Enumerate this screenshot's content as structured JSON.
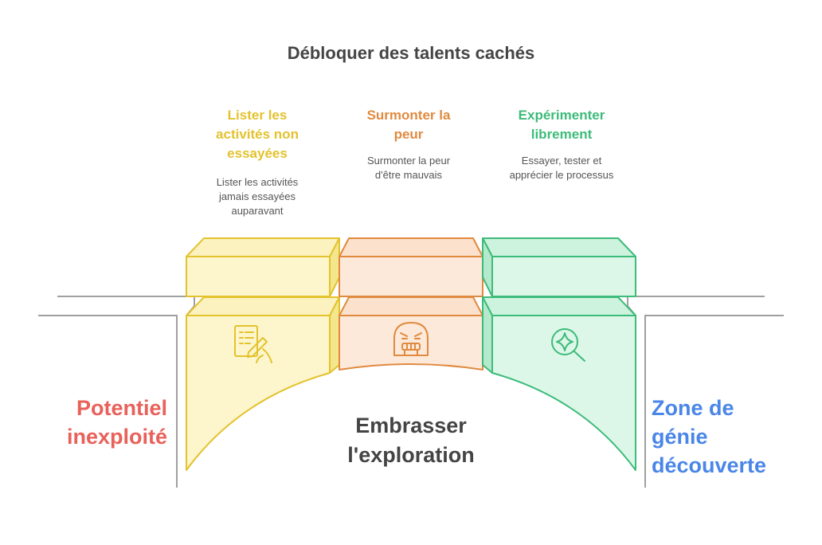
{
  "title": "Débloquer des talents cachés",
  "left_label": {
    "lines": [
      "Potentiel",
      "inexploité"
    ],
    "color": "#e8615a"
  },
  "right_label": {
    "lines": [
      "Zone de",
      "génie",
      "découverte"
    ],
    "color": "#4a86e8"
  },
  "center_label": {
    "lines": [
      "Embrasser",
      "l'exploration"
    ]
  },
  "steps": [
    {
      "title_lines": [
        "Lister les",
        "activités non",
        "essayées"
      ],
      "desc_lines": [
        "Lister les activités",
        "jamais essayées",
        "auparavant"
      ],
      "color": "#e3c22e",
      "icon": "notes-pen-icon"
    },
    {
      "title_lines": [
        "Surmonter la",
        "peur"
      ],
      "desc_lines": [
        "Surmonter la peur",
        "d'être mauvais"
      ],
      "color": "#e08a3f",
      "icon": "scared-face-icon"
    },
    {
      "title_lines": [
        "Expérimenter",
        "librement"
      ],
      "desc_lines": [
        "Essayer, tester et",
        "apprécier le processus"
      ],
      "color": "#3dbb7a",
      "icon": "magnifier-sparkle-icon"
    }
  ]
}
